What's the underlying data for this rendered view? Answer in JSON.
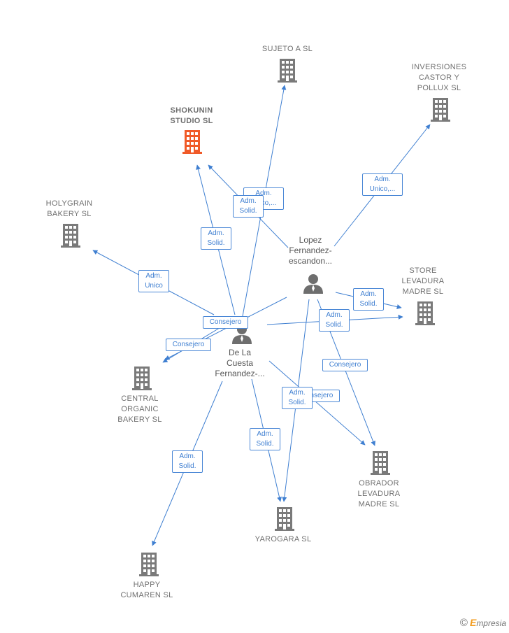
{
  "colors": {
    "edge": "#3f7fd1",
    "building": "#7a7a7a",
    "focus_building": "#f05a28",
    "person": "#6e6e6e"
  },
  "companies": {
    "sujeto_a": "SUJETO A  SL",
    "inversiones": "INVERSIONES\nCASTOR Y\nPOLLUX  SL",
    "shokunin": "SHOKUNIN\nSTUDIO  SL",
    "holygrain": "HOLYGRAIN\nBAKERY  SL",
    "store": "STORE\nLEVADURA\nMADRE  SL",
    "central": "CENTRAL\nORGANIC\nBAKERY  SL",
    "obrador": "OBRADOR\nLEVADURA\nMADRE  SL",
    "yarogara": "YAROGARA  SL",
    "happy": "HAPPY\nCUMAREN  SL"
  },
  "persons": {
    "lopez": "Lopez\nFernandez-\nescandon...",
    "delacuesta": "De La\nCuesta\nFernandez-..."
  },
  "edge_labels": {
    "adm_unico_inv": "Adm.\nUnico,...",
    "adm_unico_shok": "Adm.\nUnico,...",
    "adm_solid_sujeto": "Adm.\nSolid.",
    "adm_solid_shok": "Adm.\nSolid.",
    "adm_unico_holy": "Adm.\nUnico",
    "consejero_central1": "Consejero",
    "consejero_central2": "Consejero",
    "adm_solid_store1": "Adm.\nSolid.",
    "adm_solid_store2": "Adm.\nSolid.",
    "consejero_obrador1": "Consejero",
    "consejero_obrador2": "Consejero",
    "adm_solid_yaro1": "Adm.\nSolid.",
    "adm_solid_yaro2": "Adm.\nSolid.",
    "adm_solid_happy": "Adm.\nSolid."
  },
  "brand": {
    "copyright": "©",
    "first": "E",
    "rest": "mpresia"
  }
}
